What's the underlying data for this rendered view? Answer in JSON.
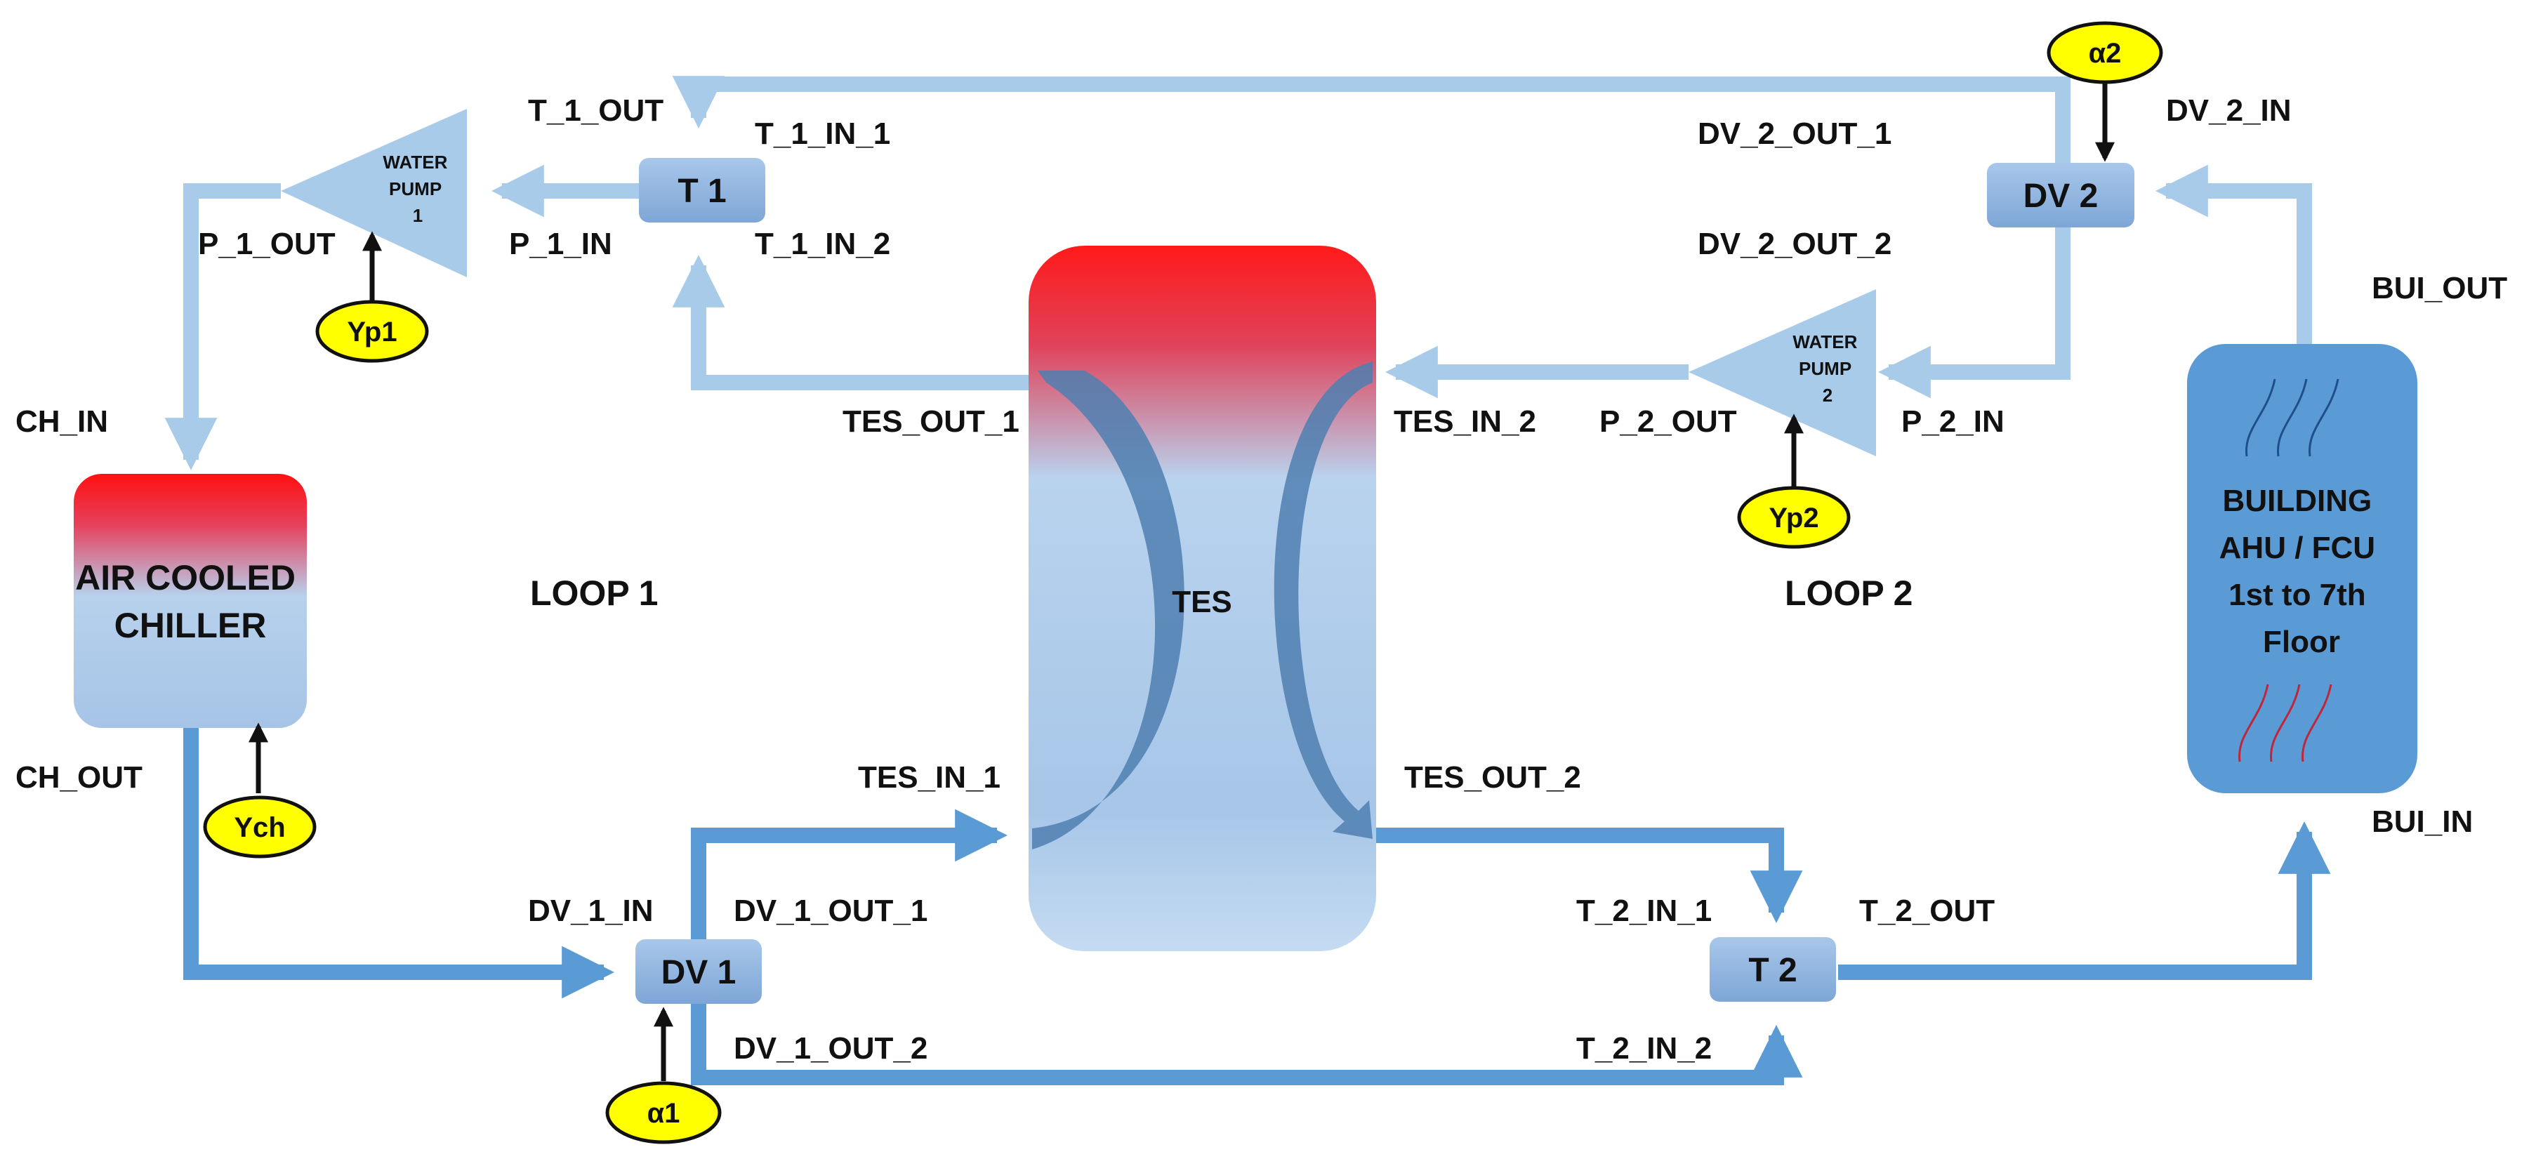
{
  "colors": {
    "pipe_light": "#a9cbea",
    "pipe_dark": "#5b9bd5",
    "node_fill": "#8db3e2",
    "hot": "#ff0000",
    "signal_fill": "#ffff00",
    "building": "#5b9bd5"
  },
  "loops": {
    "loop1": "LOOP 1",
    "loop2": "LOOP 2"
  },
  "components": {
    "chiller": [
      "AIR COOLED",
      "CHILLER"
    ],
    "tes": "TES",
    "t1": "T 1",
    "t2": "T 2",
    "dv1": "DV 1",
    "dv2": "DV 2",
    "pump1": [
      "WATER",
      "PUMP",
      "1"
    ],
    "pump2": [
      "WATER",
      "PUMP",
      "2"
    ],
    "building": [
      "BUILDING",
      "AHU / FCU",
      "1st to 7th",
      "Floor"
    ]
  },
  "signals": {
    "yp1": "Yp1",
    "yp2": "Yp2",
    "ych": "Ych",
    "a1": "α1",
    "a2": "α2"
  },
  "ports": {
    "t_1_out": "T_1_OUT",
    "t_1_in_1": "T_1_IN_1",
    "t_1_in_2": "T_1_IN_2",
    "p_1_out": "P_1_OUT",
    "p_1_in": "P_1_IN",
    "ch_in": "CH_IN",
    "ch_out": "CH_OUT",
    "tes_out_1": "TES_OUT_1",
    "tes_in_1": "TES_IN_1",
    "tes_in_2": "TES_IN_2",
    "tes_out_2": "TES_OUT_2",
    "dv_1_in": "DV_1_IN",
    "dv_1_out_1": "DV_1_OUT_1",
    "dv_1_out_2": "DV_1_OUT_2",
    "dv_2_in": "DV_2_IN",
    "dv_2_out_1": "DV_2_OUT_1",
    "dv_2_out_2": "DV_2_OUT_2",
    "p_2_out": "P_2_OUT",
    "p_2_in": "P_2_IN",
    "t_2_in_1": "T_2_IN_1",
    "t_2_in_2": "T_2_IN_2",
    "t_2_out": "T_2_OUT",
    "bui_out": "BUI_OUT",
    "bui_in": "BUI_IN"
  }
}
